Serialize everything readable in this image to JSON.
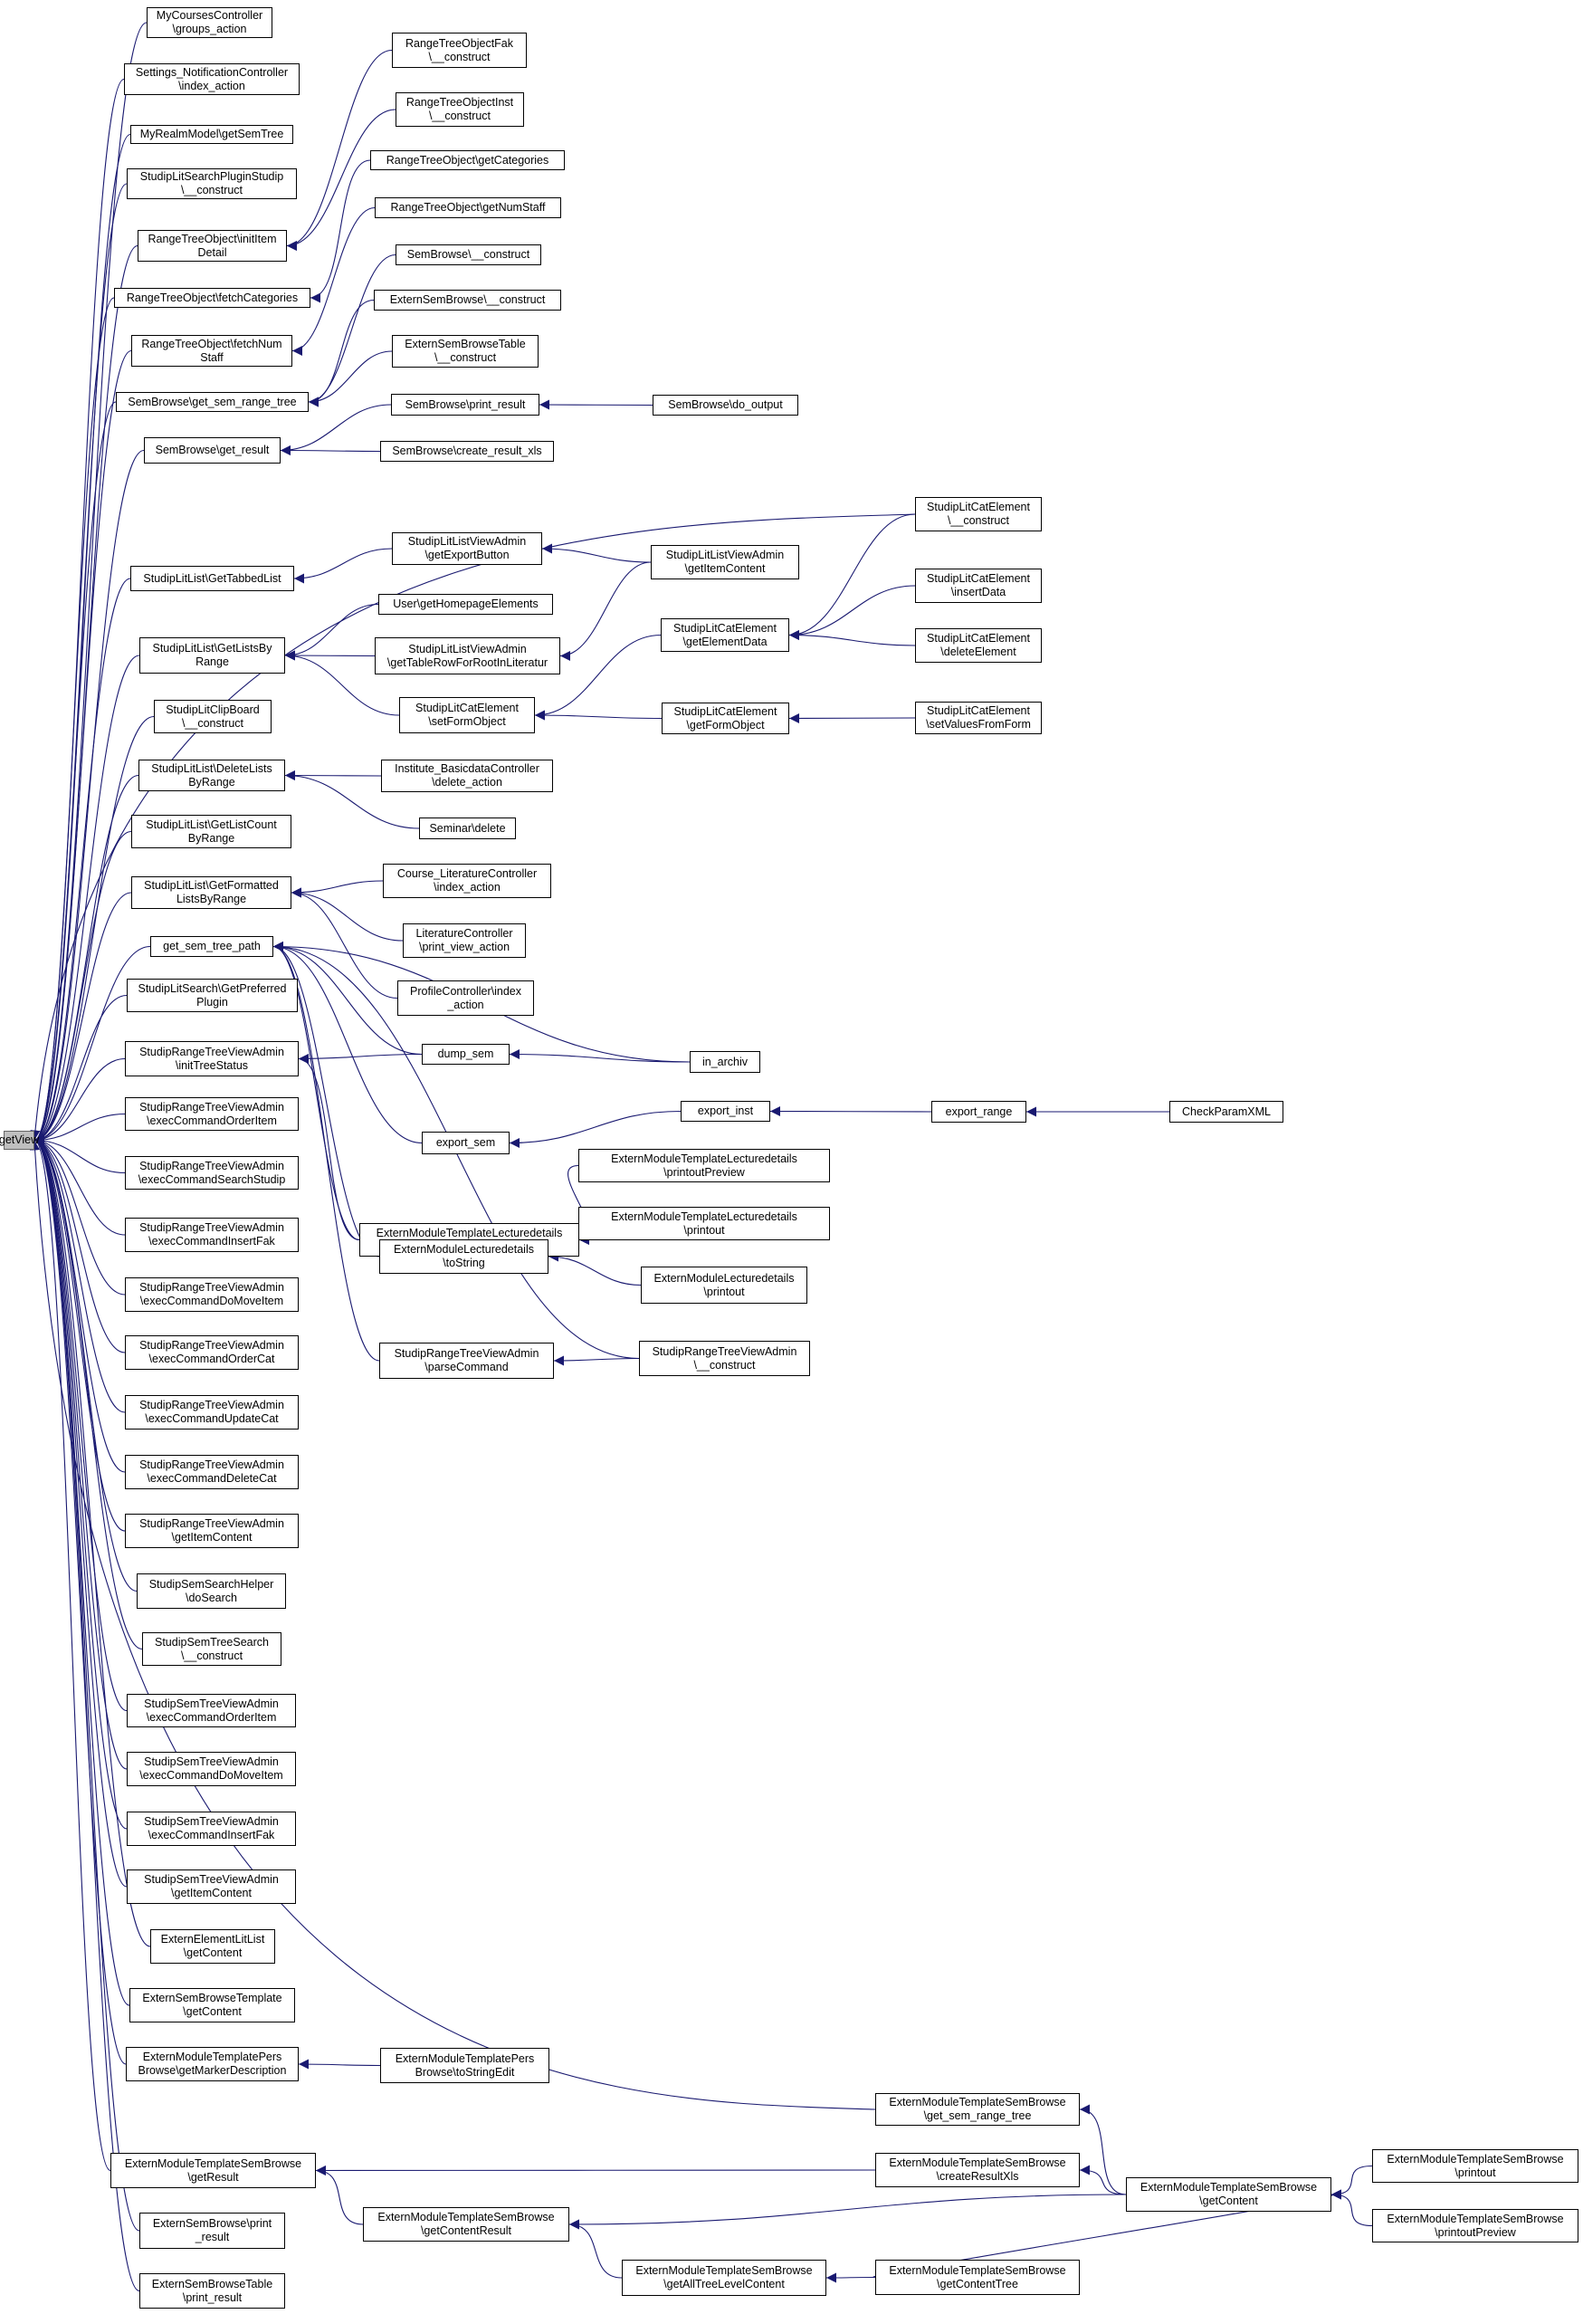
{
  "graph": {
    "colors": {
      "edge": "#191970",
      "node_border": "#000000",
      "root_fill": "#bfbfbf",
      "background": "#ffffff"
    },
    "nodes": [
      {
        "id": "n1",
        "label": "getView"
      },
      {
        "id": "n2",
        "label": "MyCoursesController\n\\groups_action"
      },
      {
        "id": "n3",
        "label": "Settings_NotificationController\n\\index_action"
      },
      {
        "id": "n4",
        "label": "MyRealmModel\\getSemTree"
      },
      {
        "id": "n5",
        "label": "StudipLitSearchPluginStudip\n\\__construct"
      },
      {
        "id": "n6",
        "label": "RangeTreeObject\\initItem\nDetail"
      },
      {
        "id": "n7",
        "label": "RangeTreeObject\\fetchCategories"
      },
      {
        "id": "n8",
        "label": "RangeTreeObject\\fetchNum\nStaff"
      },
      {
        "id": "n9",
        "label": "SemBrowse\\get_sem_range_tree"
      },
      {
        "id": "n10",
        "label": "SemBrowse\\get_result"
      },
      {
        "id": "n11",
        "label": "StudipLitList\\GetTabbedList"
      },
      {
        "id": "n12",
        "label": "StudipLitList\\GetListsBy\nRange"
      },
      {
        "id": "n13",
        "label": "StudipLitClipBoard\n\\__construct"
      },
      {
        "id": "n14",
        "label": "StudipLitList\\DeleteLists\nByRange"
      },
      {
        "id": "n15",
        "label": "StudipLitList\\GetListCount\nByRange"
      },
      {
        "id": "n16",
        "label": "StudipLitList\\GetFormatted\nListsByRange"
      },
      {
        "id": "n17",
        "label": "get_sem_tree_path"
      },
      {
        "id": "n18",
        "label": "StudipLitSearch\\GetPreferred\nPlugin"
      },
      {
        "id": "n19",
        "label": "StudipRangeTreeViewAdmin\n\\initTreeStatus"
      },
      {
        "id": "n20",
        "label": "StudipRangeTreeViewAdmin\n\\execCommandOrderItem"
      },
      {
        "id": "n21",
        "label": "StudipRangeTreeViewAdmin\n\\execCommandSearchStudip"
      },
      {
        "id": "n22",
        "label": "StudipRangeTreeViewAdmin\n\\execCommandInsertFak"
      },
      {
        "id": "n23",
        "label": "StudipRangeTreeViewAdmin\n\\execCommandDoMoveItem"
      },
      {
        "id": "n24",
        "label": "StudipRangeTreeViewAdmin\n\\execCommandOrderCat"
      },
      {
        "id": "n25",
        "label": "StudipRangeTreeViewAdmin\n\\execCommandUpdateCat"
      },
      {
        "id": "n26",
        "label": "StudipRangeTreeViewAdmin\n\\execCommandDeleteCat"
      },
      {
        "id": "n27",
        "label": "StudipRangeTreeViewAdmin\n\\getItemContent"
      },
      {
        "id": "n28",
        "label": "StudipSemSearchHelper\n\\doSearch"
      },
      {
        "id": "n29",
        "label": "StudipSemTreeSearch\n\\__construct"
      },
      {
        "id": "n30",
        "label": "StudipSemTreeViewAdmin\n\\execCommandOrderItem"
      },
      {
        "id": "n31",
        "label": "StudipSemTreeViewAdmin\n\\execCommandDoMoveItem"
      },
      {
        "id": "n32",
        "label": "StudipSemTreeViewAdmin\n\\execCommandInsertFak"
      },
      {
        "id": "n33",
        "label": "StudipSemTreeViewAdmin\n\\getItemContent"
      },
      {
        "id": "n34",
        "label": "ExternElementLitList\n\\getContent"
      },
      {
        "id": "n35",
        "label": "ExternSemBrowseTemplate\n\\getContent"
      },
      {
        "id": "n36",
        "label": "ExternModuleTemplatePers\nBrowse\\getMarkerDescription"
      },
      {
        "id": "n37",
        "label": "ExternModuleTemplateSemBrowse\n\\getResult"
      },
      {
        "id": "n38",
        "label": "ExternSemBrowse\\print\n_result"
      },
      {
        "id": "n39",
        "label": "ExternSemBrowseTable\n\\print_result"
      },
      {
        "id": "n40",
        "label": "RangeTreeObjectFak\n\\__construct"
      },
      {
        "id": "n41",
        "label": "RangeTreeObjectInst\n\\__construct"
      },
      {
        "id": "n42",
        "label": "RangeTreeObject\\getCategories"
      },
      {
        "id": "n43",
        "label": "RangeTreeObject\\getNumStaff"
      },
      {
        "id": "n44",
        "label": "SemBrowse\\__construct"
      },
      {
        "id": "n45",
        "label": "ExternSemBrowse\\__construct"
      },
      {
        "id": "n46",
        "label": "ExternSemBrowseTable\n\\__construct"
      },
      {
        "id": "n47",
        "label": "SemBrowse\\print_result"
      },
      {
        "id": "n48",
        "label": "SemBrowse\\create_result_xls"
      },
      {
        "id": "n49",
        "label": "SemBrowse\\do_output"
      },
      {
        "id": "n50",
        "label": "StudipLitCatElement\n\\__construct"
      },
      {
        "id": "n51",
        "label": "StudipLitListViewAdmin\n\\getExportButton"
      },
      {
        "id": "n52",
        "label": "StudipLitListViewAdmin\n\\getItemContent"
      },
      {
        "id": "n53",
        "label": "User\\getHomepageElements"
      },
      {
        "id": "n54",
        "label": "StudipLitListViewAdmin\n\\getTableRowForRootInLiteratur"
      },
      {
        "id": "n55",
        "label": "StudipLitCatElement\n\\getElementData"
      },
      {
        "id": "n56",
        "label": "StudipLitCatElement\n\\insertData"
      },
      {
        "id": "n57",
        "label": "StudipLitCatElement\n\\deleteElement"
      },
      {
        "id": "n58",
        "label": "StudipLitCatElement\n\\setFormObject"
      },
      {
        "id": "n59",
        "label": "StudipLitCatElement\n\\getFormObject"
      },
      {
        "id": "n60",
        "label": "StudipLitCatElement\n\\setValuesFromForm"
      },
      {
        "id": "n61",
        "label": "Institute_BasicdataController\n\\delete_action"
      },
      {
        "id": "n62",
        "label": "Seminar\\delete"
      },
      {
        "id": "n63",
        "label": "Course_LiteratureController\n\\index_action"
      },
      {
        "id": "n64",
        "label": "LiteratureController\n\\print_view_action"
      },
      {
        "id": "n65",
        "label": "ProfileController\\index\n_action"
      },
      {
        "id": "n66",
        "label": "dump_sem"
      },
      {
        "id": "n67",
        "label": "in_archiv"
      },
      {
        "id": "n68",
        "label": "export_inst"
      },
      {
        "id": "n69",
        "label": "export_range"
      },
      {
        "id": "n70",
        "label": "CheckParamXML"
      },
      {
        "id": "n71",
        "label": "export_sem"
      },
      {
        "id": "n72",
        "label": "ExternModuleTemplateLecturedetails\n\\printoutPreview"
      },
      {
        "id": "n73",
        "label": "ExternModuleTemplateLecturedetails\n\\getContent"
      },
      {
        "id": "n74",
        "label": "ExternModuleTemplateLecturedetails\n\\printout"
      },
      {
        "id": "n75",
        "label": "ExternModuleLecturedetails\n\\toString"
      },
      {
        "id": "n76",
        "label": "ExternModuleLecturedetails\n\\printout"
      },
      {
        "id": "n77",
        "label": "StudipRangeTreeViewAdmin\n\\parseCommand"
      },
      {
        "id": "n78",
        "label": "StudipRangeTreeViewAdmin\n\\__construct"
      },
      {
        "id": "n79",
        "label": "ExternModuleTemplatePers\nBrowse\\toStringEdit"
      },
      {
        "id": "n80",
        "label": "ExternModuleTemplateSemBrowse\n\\get_sem_range_tree"
      },
      {
        "id": "n81",
        "label": "ExternModuleTemplateSemBrowse\n\\createResultXls"
      },
      {
        "id": "n82",
        "label": "ExternModuleTemplateSemBrowse\n\\getContentResult"
      },
      {
        "id": "n83",
        "label": "ExternModuleTemplateSemBrowse\n\\getContent"
      },
      {
        "id": "n84",
        "label": "ExternModuleTemplateSemBrowse\n\\printout"
      },
      {
        "id": "n85",
        "label": "ExternModuleTemplateSemBrowse\n\\printoutPreview"
      },
      {
        "id": "n86",
        "label": "ExternModuleTemplateSemBrowse\n\\getAllTreeLevelContent"
      },
      {
        "id": "n87",
        "label": "ExternModuleTemplateSemBrowse\n\\getContentTree"
      }
    ]
  }
}
